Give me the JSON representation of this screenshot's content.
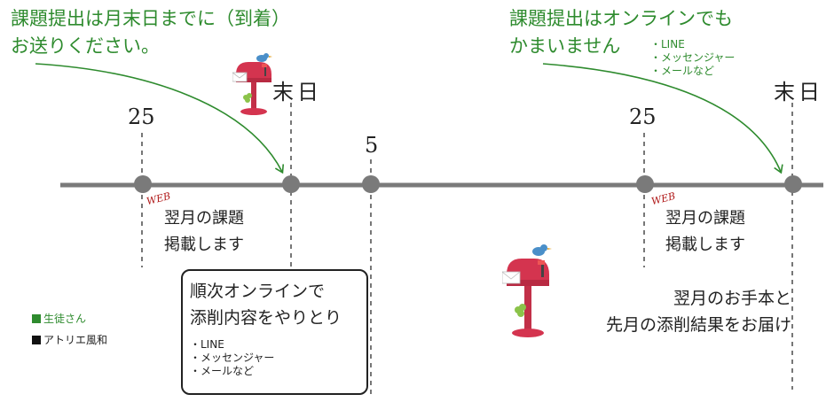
{
  "colors": {
    "student": "#2e8b2e",
    "atelier": "#111111",
    "timeline": "#7a7a7a",
    "web": "#b01818",
    "mailbox": "#d4344f"
  },
  "top_left_note": {
    "line1": "課題提出は月末日までに（到着）",
    "line2": "お送りください。"
  },
  "top_right_note": {
    "line1": "課題提出はオンラインでも",
    "line2": "かまいません",
    "methods": [
      "・LINE",
      "・メッセンジャー",
      "・メールなど"
    ]
  },
  "dates": {
    "d25a": "25",
    "end_a": "末日",
    "d5": "5",
    "d25b": "25",
    "end_b": "末日"
  },
  "web_badge": "WEB",
  "publish_label_1": {
    "line1": "翌月の課題",
    "line2": "掲載します"
  },
  "publish_label_2": {
    "line1": "翌月の課題",
    "line2": "掲載します"
  },
  "online_box": {
    "line1": "順次オンラインで",
    "line2": "添削内容をやりとり",
    "methods": [
      "・LINE",
      "・メッセンジャー",
      "・メールなど"
    ]
  },
  "delivery_note": {
    "line1": "翌月のお手本と",
    "line2": "先月の添削結果をお届け"
  },
  "legend": {
    "student": "生徒さん",
    "atelier": "アトリエ風和"
  },
  "icons": {
    "mailbox_1": "mailbox-icon",
    "mailbox_2": "mailbox-icon",
    "bird": "bird-icon",
    "envelope": "envelope-icon",
    "clover": "clover-icon"
  }
}
